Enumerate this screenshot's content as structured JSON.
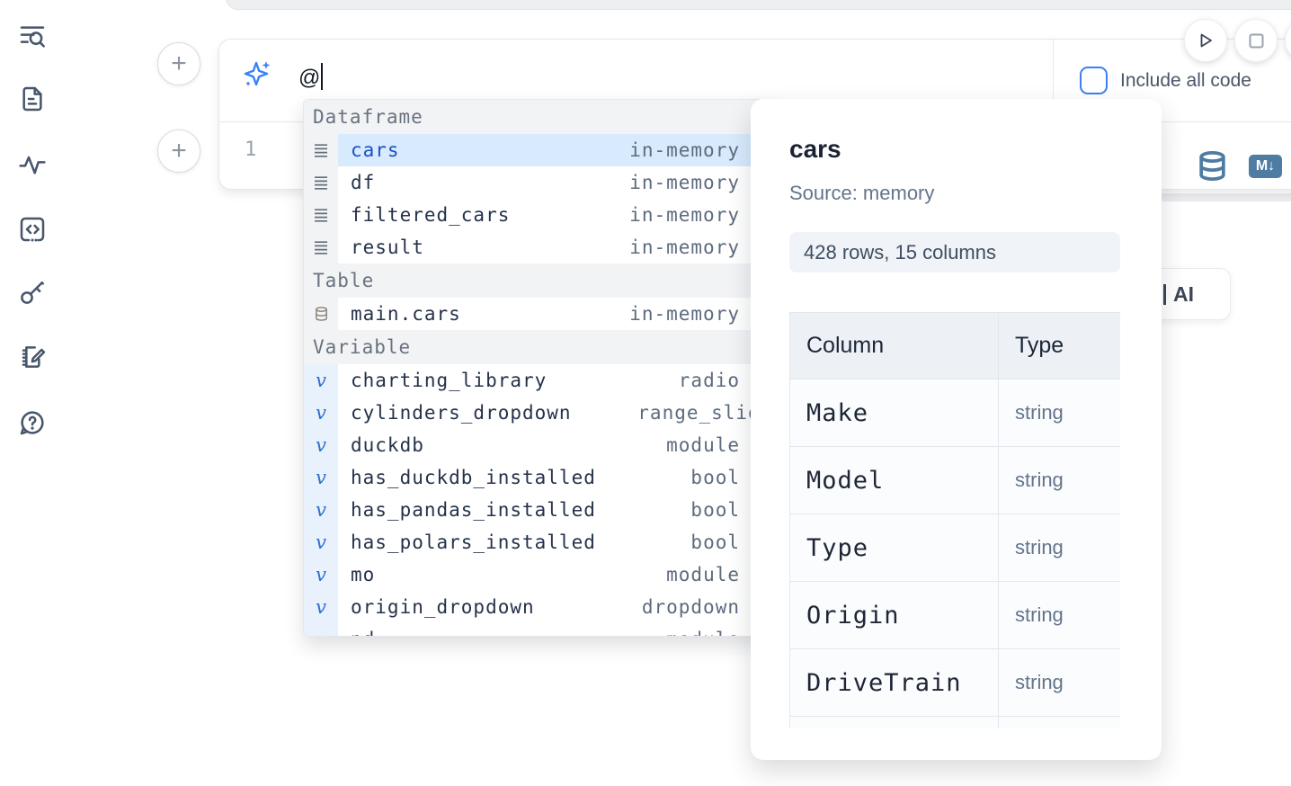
{
  "sidebar": {
    "icons": [
      "search-list",
      "file-document",
      "activity-graph",
      "code-snippets",
      "key-secrets",
      "notebook-scratchpad",
      "help-chat"
    ]
  },
  "ai_cell": {
    "input_value": "@",
    "include_label": "Include all code"
  },
  "code_cell": {
    "line_number": "1"
  },
  "autocomplete": {
    "sections": [
      {
        "label": "Dataframe",
        "items": [
          {
            "name": "cars",
            "type": "in-memory",
            "selected": true
          },
          {
            "name": "df",
            "type": "in-memory"
          },
          {
            "name": "filtered_cars",
            "type": "in-memory"
          },
          {
            "name": "result",
            "type": "in-memory"
          }
        ]
      },
      {
        "label": "Table",
        "items": [
          {
            "name": "main.cars",
            "type": "in-memory"
          }
        ]
      },
      {
        "label": "Variable",
        "items": [
          {
            "name": "charting_library",
            "type": "radio"
          },
          {
            "name": "cylinders_dropdown",
            "type": "range_slider"
          },
          {
            "name": "duckdb",
            "type": "module"
          },
          {
            "name": "has_duckdb_installed",
            "type": "bool"
          },
          {
            "name": "has_pandas_installed",
            "type": "bool"
          },
          {
            "name": "has_polars_installed",
            "type": "bool"
          },
          {
            "name": "mo",
            "type": "module"
          },
          {
            "name": "origin_dropdown",
            "type": "dropdown"
          },
          {
            "name": "pd",
            "type": "module"
          }
        ]
      }
    ]
  },
  "preview": {
    "title": "cars",
    "source_label": "Source: memory",
    "shape_badge": "428 rows, 15 columns",
    "table": {
      "headers": [
        "Column",
        "Type"
      ],
      "rows": [
        {
          "column": "Make",
          "type": "string"
        },
        {
          "column": "Model",
          "type": "string"
        },
        {
          "column": "Type",
          "type": "string"
        },
        {
          "column": "Origin",
          "type": "string"
        },
        {
          "column": "DriveTrain",
          "type": "string"
        }
      ]
    }
  },
  "ai_generate_button": {
    "visible_label": "AI"
  },
  "cell_toolbar": {
    "markdown_badge": "M↓"
  },
  "colors": {
    "accent_blue": "#3b82f6",
    "steel_blue": "#4e7ca3",
    "selected_bg": "#d8eafd"
  }
}
